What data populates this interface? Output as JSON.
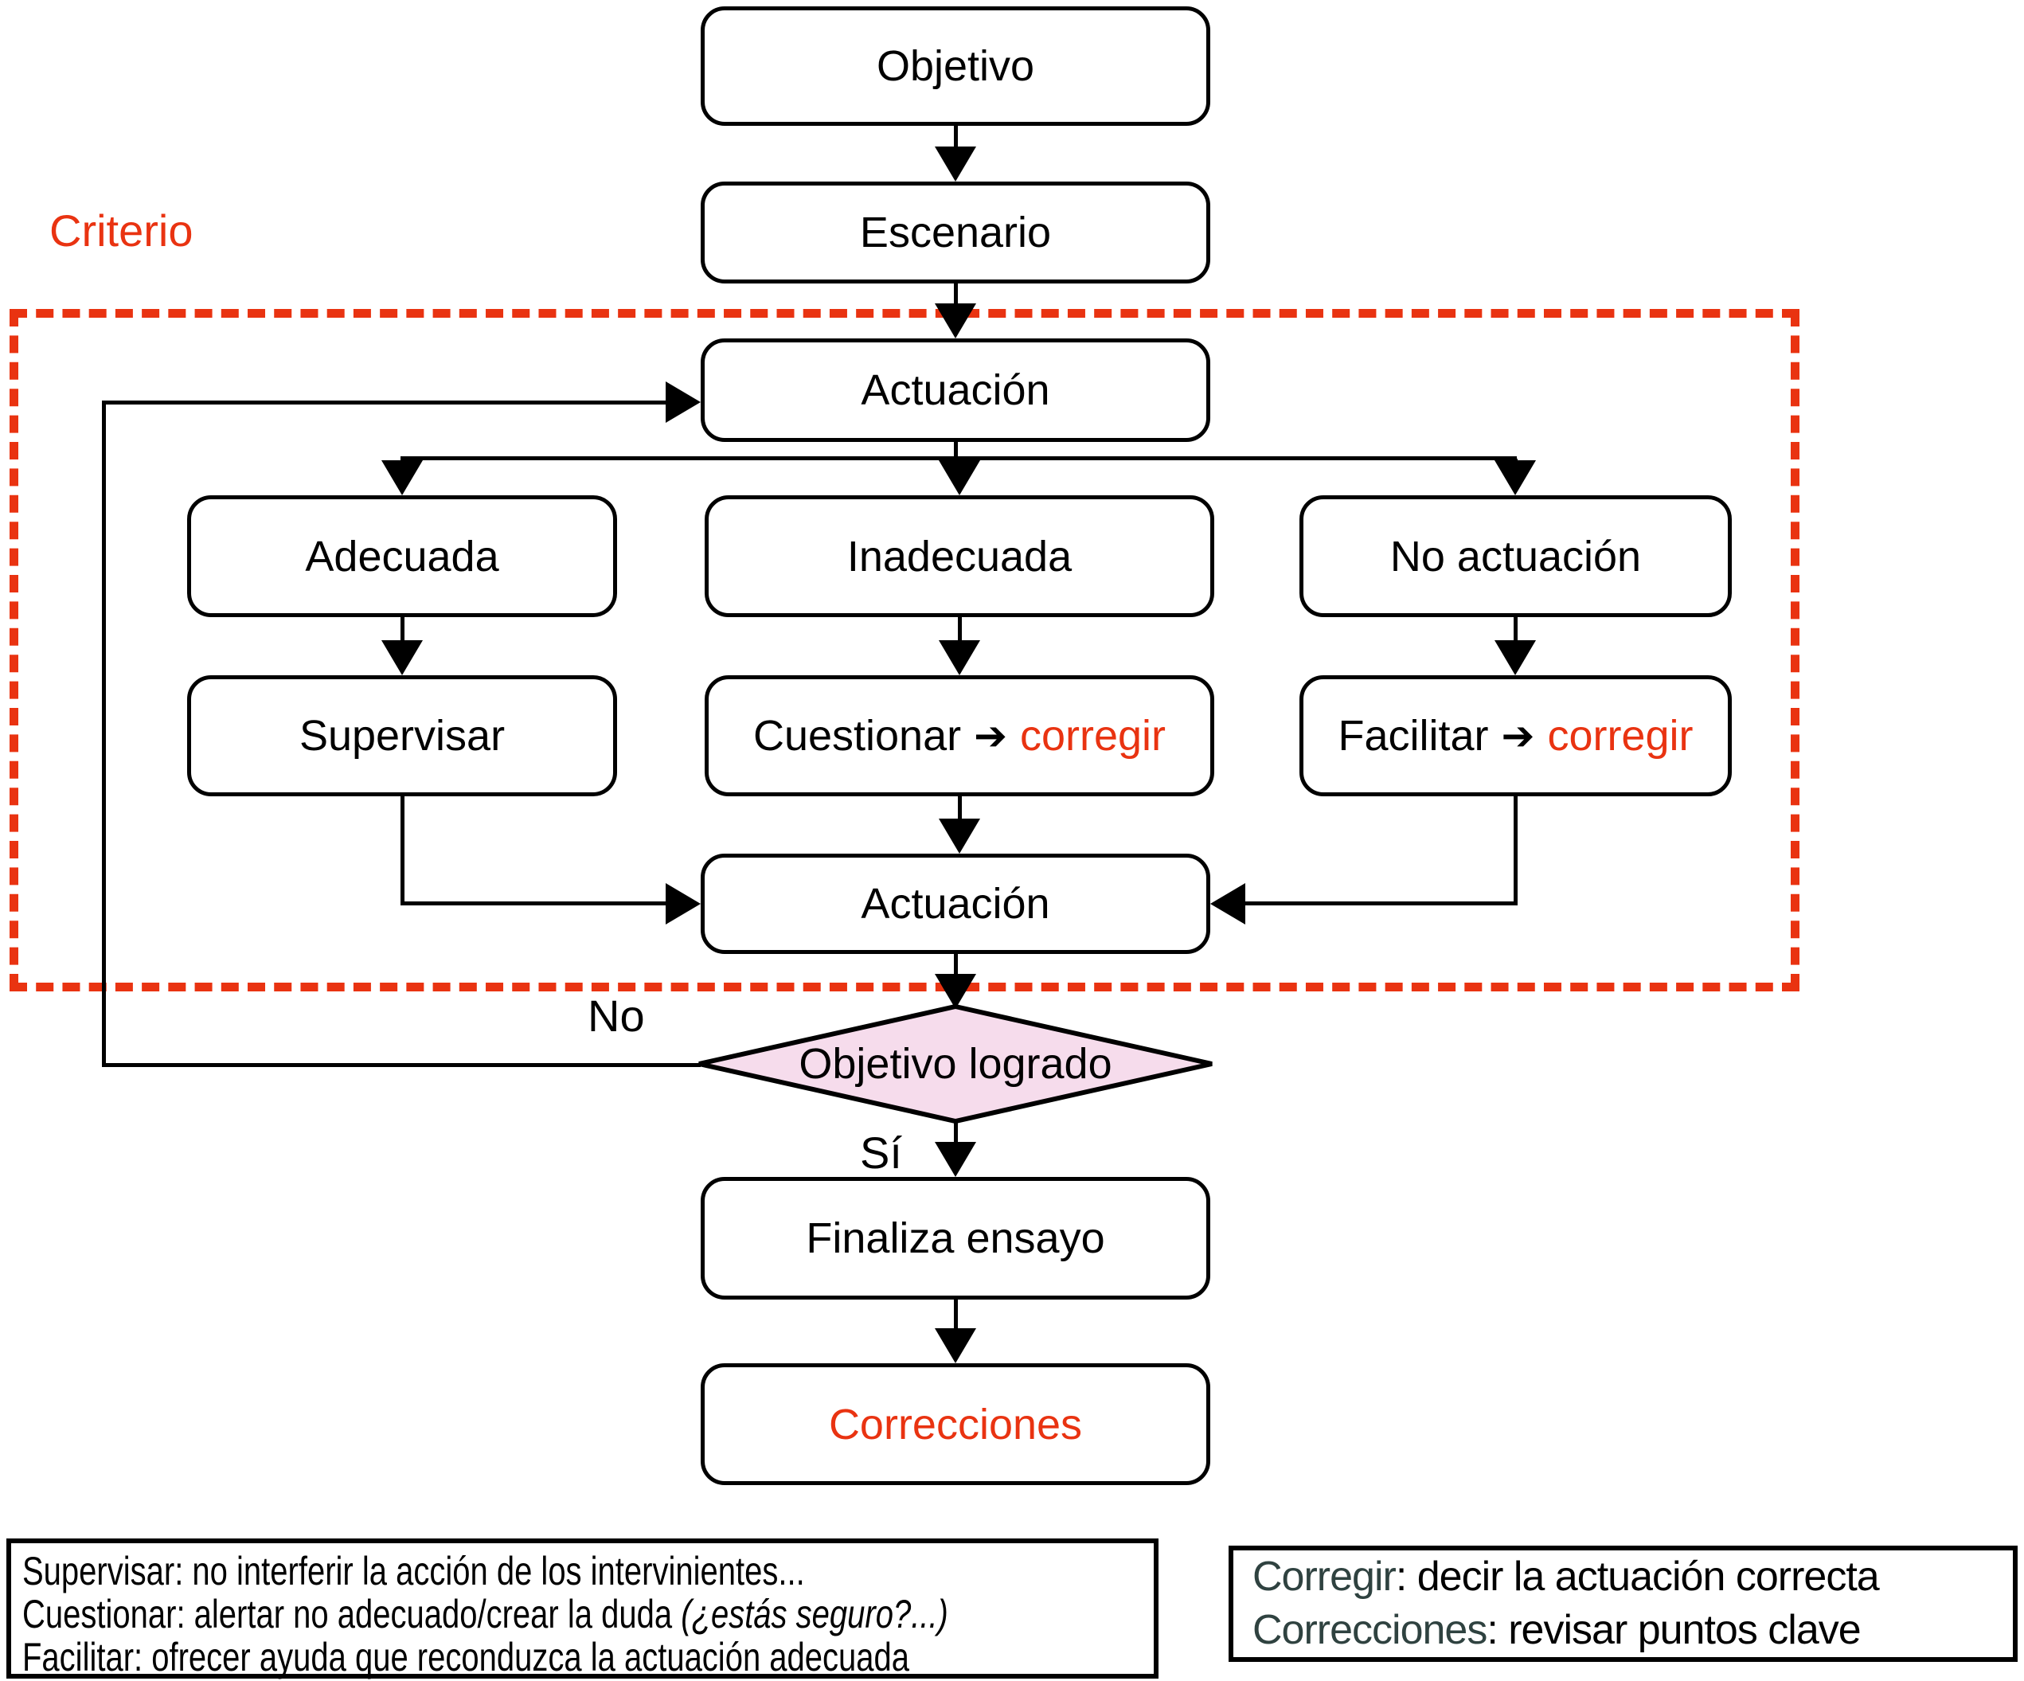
{
  "labels": {
    "criterio": "Criterio",
    "no": "No",
    "si": "Sí"
  },
  "nodes": {
    "objetivo": "Objetivo",
    "escenario": "Escenario",
    "actuacion_top": "Actuación",
    "adecuada": "Adecuada",
    "inadecuada": "Inadecuada",
    "no_actuacion": "No actuación",
    "supervisar": "Supervisar",
    "cuestionar": "Cuestionar",
    "facilitar": "Facilitar",
    "arrow_glyph": "➔",
    "corregir": "corregir",
    "actuacion_bottom": "Actuación",
    "decision": "Objetivo logrado",
    "finaliza": "Finaliza ensayo",
    "correcciones": "Correcciones"
  },
  "legend_left": {
    "line1": "Supervisar: no interferir la acción de los intervinientes...",
    "line2_normal": "Cuestionar: alertar no adecuado/crear la duda ",
    "line2_italic": "(¿estás seguro?...)",
    "line3": "Facilitar: ofrecer ayuda que reconduzca la actuación adecuada"
  },
  "legend_right": {
    "line1_term": "Corregir",
    "line1_rest": ": decir la actuación correcta",
    "line2_term": "Correcciones",
    "line2_rest": ": revisar puntos clave"
  },
  "colors": {
    "accent_red": "#e93311",
    "term_teal": "#2f4240",
    "diamond_pink": "#f6dcec",
    "line_black": "#000000"
  }
}
